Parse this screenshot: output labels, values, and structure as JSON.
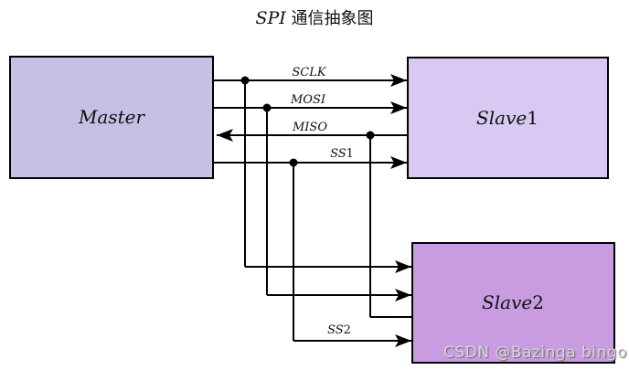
{
  "title": {
    "prefix": "SPI",
    "text": "通信抽象图"
  },
  "diagram": {
    "master": {
      "label": "Master"
    },
    "slave1": {
      "label": "Slave",
      "num": "1"
    },
    "slave2": {
      "label": "Slave",
      "num": "2"
    },
    "signals": {
      "sclk": {
        "label": "SCLK"
      },
      "mosi": {
        "label": "MOSI"
      },
      "miso": {
        "label": "MISO"
      },
      "ss1": {
        "label": "SS",
        "num": "1"
      },
      "ss2": {
        "label": "SS",
        "num": "2"
      }
    }
  },
  "colors": {
    "master_fill": "#c6c0e4",
    "slave1_fill": "#d7c9f1",
    "slave2_fill": "#c99ce1",
    "line": "#000000",
    "background": "#ffffff",
    "watermark_text": "#d6d6d6"
  },
  "watermark": {
    "text": "CSDN @Bazinga bingo"
  }
}
